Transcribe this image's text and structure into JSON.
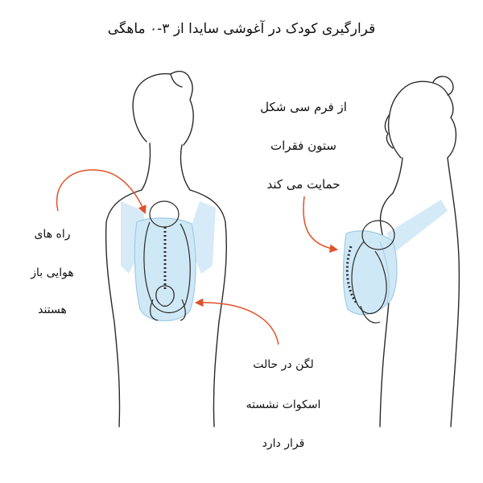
{
  "title": "قرارگیری کودک در آغوشی سایدا از ۳-۰ ماهگی",
  "labels": {
    "airways": [
      "راه های",
      "هوایی باز",
      "هستند"
    ],
    "spine": [
      "از فرم سی شکل",
      "ستون فقرات",
      "حمایت می کند"
    ],
    "pelvis": [
      "لگن در حالت",
      "اسکوات نشسته",
      "قرار دارد"
    ]
  },
  "colors": {
    "outline": "#2a2a2a",
    "carrier": "#cfe8f6",
    "carrier_stroke": "#9fcbe6",
    "arrow": "#e0522a"
  }
}
